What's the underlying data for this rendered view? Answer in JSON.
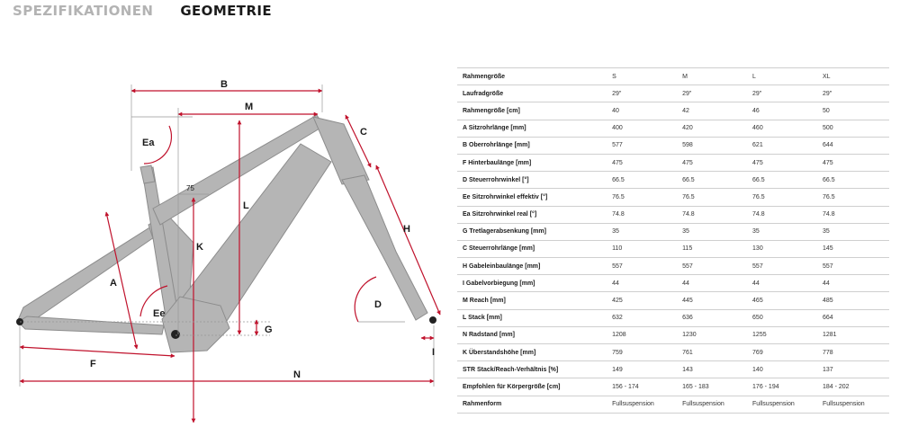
{
  "tabs": [
    {
      "label": "SPEZIFIKATIONEN",
      "active": false
    },
    {
      "label": "GEOMETRIE",
      "active": true
    }
  ],
  "diagram": {
    "labels": {
      "B": "B",
      "M": "M",
      "C": "C",
      "Ea": "Ea",
      "75": "75",
      "L": "L",
      "K": "K",
      "A": "A",
      "H": "H",
      "Ee": "Ee",
      "D": "D",
      "G": "G",
      "F": "F",
      "N": "N",
      "I": "I"
    },
    "colors": {
      "frame": "#b3b3b3",
      "dimension": "#c0122c",
      "frame_outline": "#8c8c8c"
    }
  },
  "table": {
    "header": [
      "Rahmengröße",
      "S",
      "M",
      "L",
      "XL"
    ],
    "rows": [
      [
        "Laufradgröße",
        "29\"",
        "29\"",
        "29\"",
        "29\""
      ],
      [
        "Rahmengröße [cm]",
        "40",
        "42",
        "46",
        "50"
      ],
      [
        "A Sitzrohrlänge [mm]",
        "400",
        "420",
        "460",
        "500"
      ],
      [
        "B Oberrohrlänge [mm]",
        "577",
        "598",
        "621",
        "644"
      ],
      [
        "F Hinterbaulänge [mm]",
        "475",
        "475",
        "475",
        "475"
      ],
      [
        "D Steuerrohrwinkel [°]",
        "66.5",
        "66.5",
        "66.5",
        "66.5"
      ],
      [
        "Ee Sitzrohrwinkel effektiv [°]",
        "76.5",
        "76.5",
        "76.5",
        "76.5"
      ],
      [
        "Ea Sitzrohrwinkel real [°]",
        "74.8",
        "74.8",
        "74.8",
        "74.8"
      ],
      [
        "G Tretlagerabsenkung [mm]",
        "35",
        "35",
        "35",
        "35"
      ],
      [
        "C Steuerrohrlänge [mm]",
        "110",
        "115",
        "130",
        "145"
      ],
      [
        "H Gabeleinbaulänge [mm]",
        "557",
        "557",
        "557",
        "557"
      ],
      [
        "I Gabelvorbiegung [mm]",
        "44",
        "44",
        "44",
        "44"
      ],
      [
        "M Reach [mm]",
        "425",
        "445",
        "465",
        "485"
      ],
      [
        "L Stack [mm]",
        "632",
        "636",
        "650",
        "664"
      ],
      [
        "N Radstand [mm]",
        "1208",
        "1230",
        "1255",
        "1281"
      ],
      [
        "K Überstandshöhe [mm]",
        "759",
        "761",
        "769",
        "778"
      ],
      [
        "STR Stack/Reach-Verhältnis [%]",
        "149",
        "143",
        "140",
        "137"
      ],
      [
        "Empfohlen für Körpergröße [cm]",
        "156 - 174",
        "165 - 183",
        "176 - 194",
        "184 - 202"
      ],
      [
        "Rahmenform",
        "Fullsuspension",
        "Fullsuspension",
        "Fullsuspension",
        "Fullsuspension"
      ]
    ]
  }
}
